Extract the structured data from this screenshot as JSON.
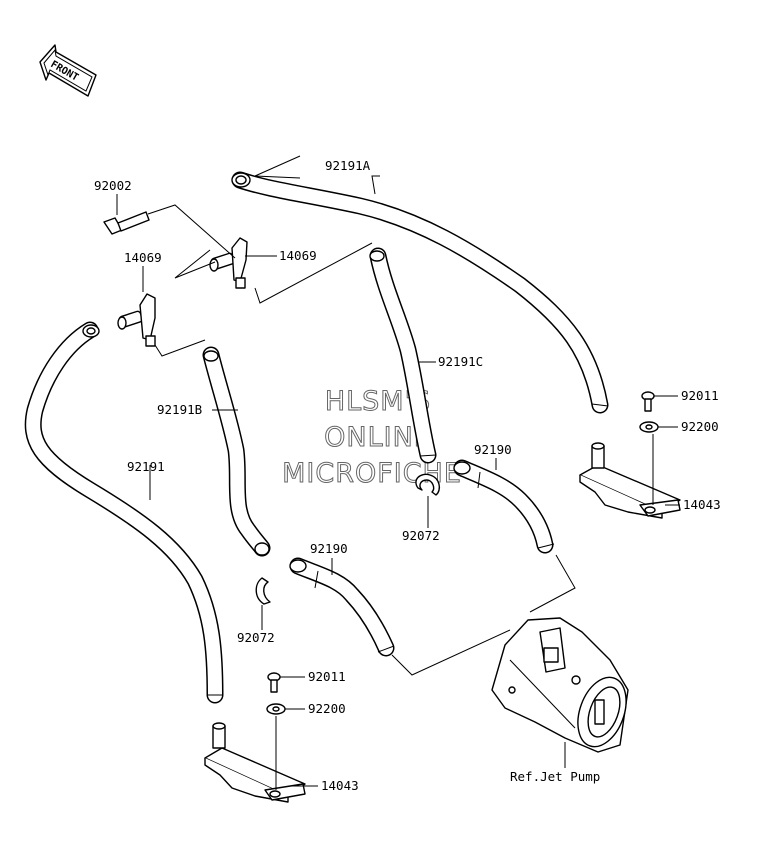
{
  "front_label": "FRONT",
  "watermark": [
    "HLSM'S",
    "ONLINE",
    "MICROFICHE"
  ],
  "parts": {
    "p92191A": "92191A",
    "p92002": "92002",
    "p14069_left": "14069",
    "p14069_right": "14069",
    "p92191C": "92191C",
    "p92191B": "92191B",
    "p92191": "92191",
    "p92011_top": "92011",
    "p92200_top": "92200",
    "p92190_right": "92190",
    "p14043_top": "14043",
    "p92072_mid": "92072",
    "p92190_mid": "92190",
    "p92072_left": "92072",
    "p92011_bottom": "92011",
    "p92200_bottom": "92200",
    "p14043_bottom": "14043"
  },
  "ref_label": "Ref.Jet Pump"
}
